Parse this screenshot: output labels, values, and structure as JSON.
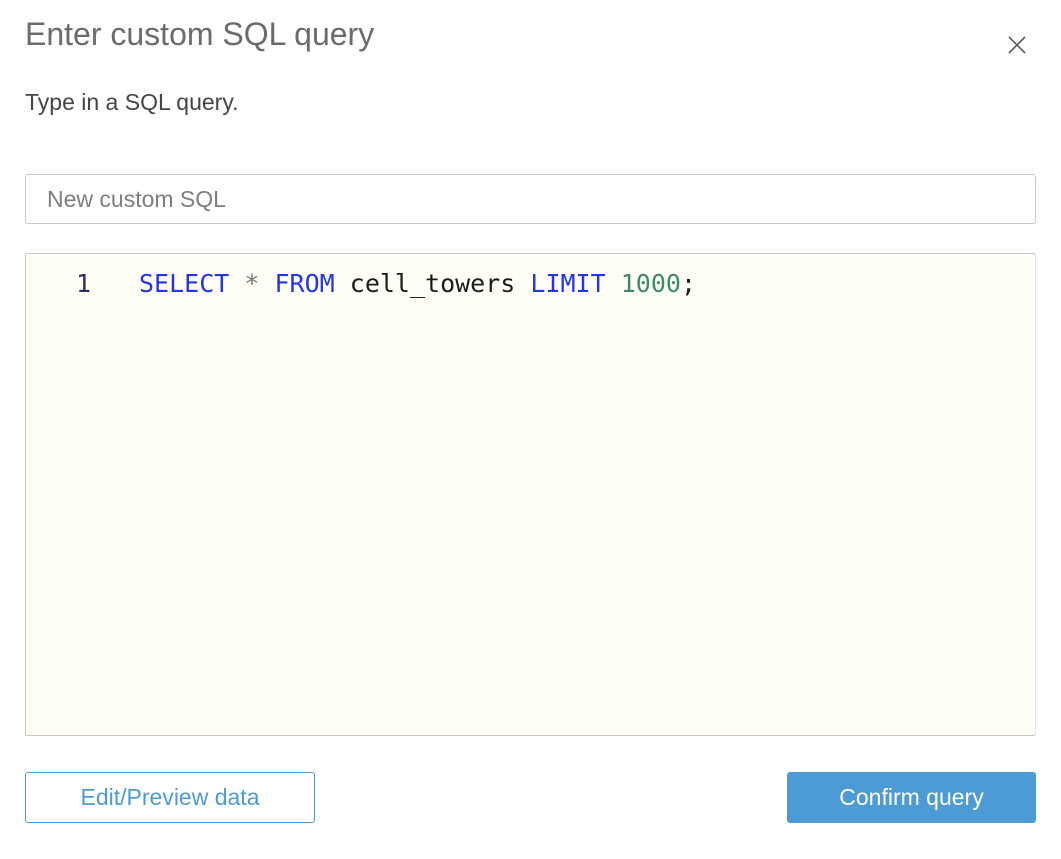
{
  "dialog": {
    "title": "Enter custom SQL query",
    "subtitle": "Type in a SQL query.",
    "close_icon": "✕"
  },
  "name_input": {
    "value": "New custom SQL"
  },
  "editor": {
    "lines": [
      {
        "number": "1",
        "tokens": [
          {
            "type": "keyword",
            "text": "SELECT"
          },
          {
            "type": "plain",
            "text": " "
          },
          {
            "type": "operator",
            "text": "*"
          },
          {
            "type": "plain",
            "text": " "
          },
          {
            "type": "keyword",
            "text": "FROM"
          },
          {
            "type": "plain",
            "text": " cell_towers "
          },
          {
            "type": "keyword",
            "text": "LIMIT"
          },
          {
            "type": "plain",
            "text": " "
          },
          {
            "type": "number",
            "text": "1000"
          },
          {
            "type": "plain",
            "text": ";"
          }
        ]
      }
    ]
  },
  "buttons": {
    "edit_preview": "Edit/Preview data",
    "confirm": "Confirm query"
  },
  "colors": {
    "accent": "#4d9bd4",
    "title_text": "#6b6b6b",
    "body_text": "#454545",
    "input_text": "#7e7e7e",
    "border": "#c9c9c9",
    "editor_bg": "#fffef7",
    "keyword": "#2335e5",
    "operator": "#777777",
    "identifier": "#1c1c1c",
    "number": "#3c8c62",
    "line_number": "#283060",
    "close": "#5a5a5a"
  }
}
